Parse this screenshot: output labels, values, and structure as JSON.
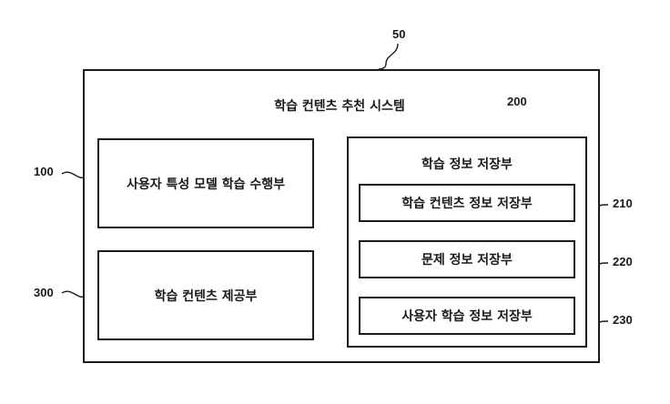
{
  "system": {
    "ref": "50",
    "title": "학습 컨텐츠 추천 시스템"
  },
  "user_model": {
    "ref": "100",
    "label": "사용자 특성 모델 학습 수행부"
  },
  "content_provider": {
    "ref": "300",
    "label": "학습 컨텐츠 제공부"
  },
  "storage": {
    "ref": "200",
    "title": "학습 정보 저장부",
    "items": [
      {
        "ref": "210",
        "label": "학습 컨텐츠 정보 저장부"
      },
      {
        "ref": "220",
        "label": "문제 정보 저장부"
      },
      {
        "ref": "230",
        "label": "사용자 학습 정보 저장부"
      }
    ]
  }
}
